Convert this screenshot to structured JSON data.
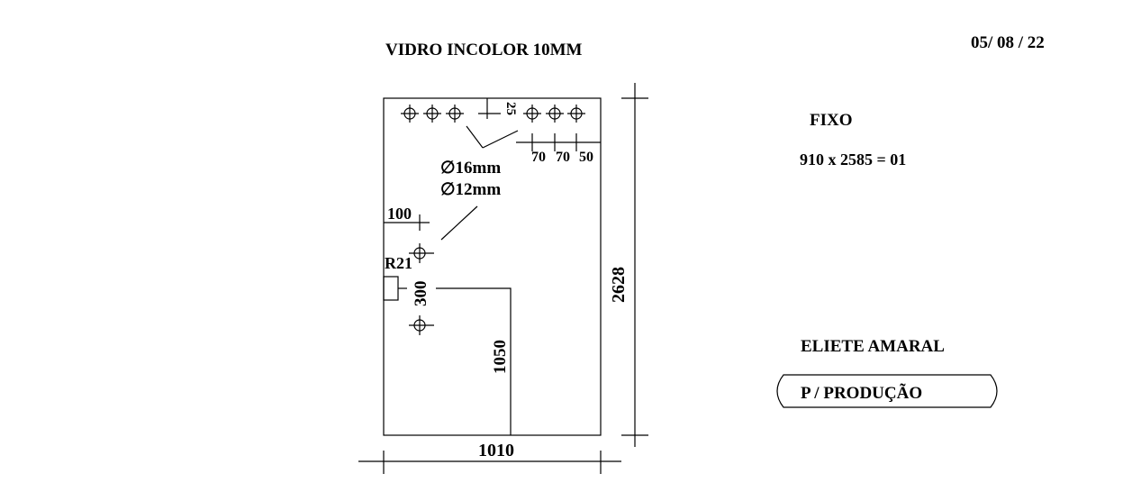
{
  "header": {
    "title": "VIDRO INCOLOR 10MM",
    "date": "05/ 08 / 22"
  },
  "info": {
    "type": "FIXO",
    "spec": "910 x 2585 = 01",
    "client": "ELIETE AMARAL",
    "stamp": "P / PRODUÇÃO"
  },
  "drawing": {
    "width_label": "1010",
    "height_label": "2628",
    "top_offset": "25",
    "hole_spacing": [
      "70",
      "70",
      "50"
    ],
    "hole_16": "∅16mm",
    "hole_12": "∅12mm",
    "left_offset": "100",
    "radius": "R21",
    "hinge_spacing": "300",
    "notch_height": "1050"
  }
}
